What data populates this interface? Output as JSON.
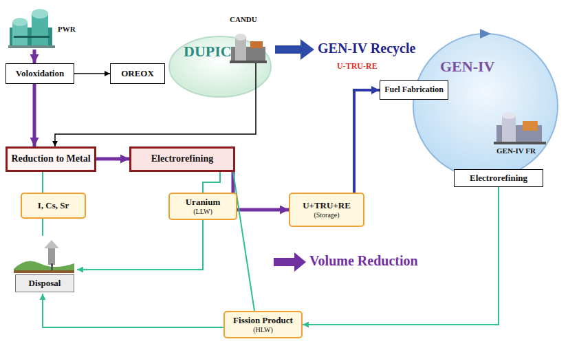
{
  "diagram": {
    "nodes": [
      {
        "text": [
          "PWR"
        ]
      },
      {
        "text": [
          "Voloxidation"
        ]
      },
      {
        "text": [
          "OREOX"
        ]
      },
      {
        "text": [
          "DUPIC"
        ]
      },
      {
        "text": [
          "CANDU"
        ],
        "in": 3
      },
      {
        "text": [
          "Reduction to Metal"
        ]
      },
      {
        "text": [
          "Electrorefining"
        ]
      },
      {
        "text": [
          "I, Cs, Sr"
        ]
      },
      {
        "text": [
          "Uranium",
          "(LLW)"
        ]
      },
      {
        "text": [
          "U+TRU+RE",
          "(Storage)"
        ]
      },
      {
        "text": [
          "GEN-IV"
        ]
      },
      {
        "text": [
          "Fuel Fabrication"
        ],
        "in": 10
      },
      {
        "text": [
          "GEN-IV FR"
        ],
        "in": 10
      },
      {
        "text": [
          "Electrorefining"
        ],
        "in": 10
      },
      {
        "text": [
          "Disposal"
        ]
      },
      {
        "text": [
          "Fission Product",
          "(HLW)"
        ]
      }
    ],
    "edges": [
      {
        "from": 0,
        "to": 1,
        "arrow": "to"
      },
      {
        "from": 1,
        "to": 2,
        "arrow": "to"
      },
      {
        "from": 1,
        "to": 5,
        "arrow": "to"
      },
      {
        "from": 4,
        "to": 5,
        "arrow": "to"
      },
      {
        "from": 5,
        "to": 6,
        "arrow": "to"
      },
      {
        "from": 5,
        "to": 7,
        "arrow": "none"
      },
      {
        "from": 6,
        "to": 8,
        "arrow": "none"
      },
      {
        "from": 6,
        "to": 9,
        "arrow": "to"
      },
      {
        "from": 6,
        "to": 15,
        "arrow": "none"
      },
      {
        "from": 9,
        "to": 11,
        "arrow": "to"
      },
      {
        "from": 13,
        "to": 15,
        "arrow": "to"
      },
      {
        "from": 15,
        "to": 14,
        "arrow": "to"
      },
      {
        "from": 7,
        "to": 14,
        "arrow": "none"
      },
      {
        "from": 8,
        "to": 14,
        "arrow": "to"
      }
    ],
    "labels": [
      "GEN-IV Recycle",
      "Volume Reduction",
      "U-TRU-RE"
    ]
  }
}
